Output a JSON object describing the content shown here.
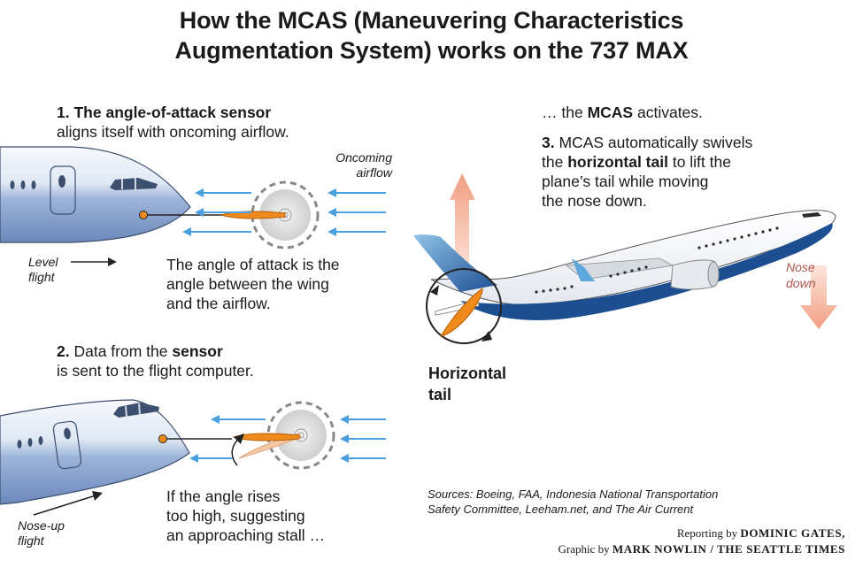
{
  "title": {
    "line1": "How the MCAS (Maneuvering Characteristics",
    "line2": "Augmentation System) works on the 737 MAX"
  },
  "step1": {
    "num": "1.",
    "bold": "The angle-of-attack sensor",
    "rest": "aligns itself with oncoming airflow."
  },
  "labels": {
    "oncoming_line1": "Oncoming",
    "oncoming_line2": "airflow",
    "level_line1": "Level",
    "level_line2": "flight",
    "noseup_line1": "Nose-up",
    "noseup_line2": "flight",
    "nosedown_line1": "Nose",
    "nosedown_line2": "down",
    "htail_line1": "Horizontal",
    "htail_line2": "tail"
  },
  "aoa_def": {
    "line1": "The angle of attack is the",
    "line2": "angle between the wing",
    "line3": "and the airflow."
  },
  "step2": {
    "num": "2.",
    "pre": "Data from the",
    "bold": "sensor",
    "line2": "is sent to the flight computer."
  },
  "stall": {
    "line1": "If the angle rises",
    "line2": "too high, suggesting",
    "line3": "an approaching stall …"
  },
  "activates": {
    "pre": "… the",
    "bold": "MCAS",
    "post": "activates."
  },
  "step3": {
    "num": "3.",
    "line1": "MCAS automatically swivels",
    "line2_pre": "the",
    "line2_bold": "horizontal tail",
    "line2_post": "to lift the",
    "line3": "plane’s tail while moving",
    "line4": "the nose down."
  },
  "sources": {
    "line1": "Sources: Boeing, FAA, Indonesia National Transportation",
    "line2": "Safety Committee, Leeham.net, and The Air Current"
  },
  "credits": {
    "reporting_pre": "Reporting by",
    "reporting_name": "DOMINIC GATES,",
    "graphic_pre": "Graphic by",
    "graphic_name": "MARK NOWLIN / THE SEATTLE TIMES"
  },
  "colors": {
    "fuselage": "#7f9ccc",
    "airflow_arrow": "#4aa0df",
    "sensor_vane": "#f08a1c",
    "up_arrow": "#f4b49a",
    "boeing_blue": "#1d4e92"
  }
}
